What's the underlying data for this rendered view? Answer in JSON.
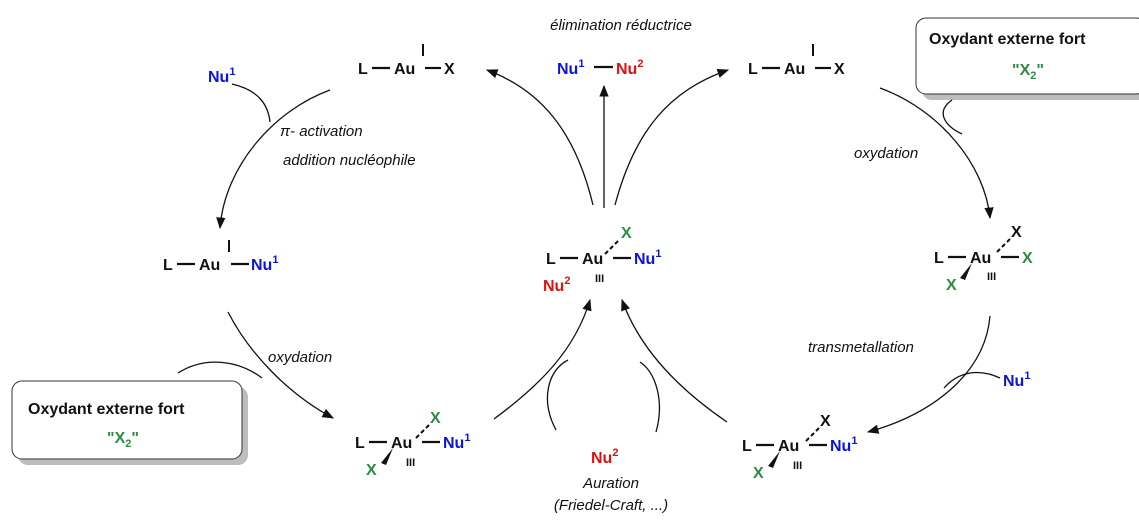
{
  "labels": {
    "elimination": "élimination réductrice",
    "pi_activation": "π- activation",
    "addition": "addition nucléophile",
    "oxydation": "oxydation",
    "transmetallation": "transmetallation",
    "auration": "Auration",
    "auration_sub": "(Friedel-Craft, ...)"
  },
  "atoms": {
    "L": "L",
    "Au": "Au",
    "X": "X",
    "Nu": "Nu",
    "one": "1",
    "two": "2",
    "I": "I",
    "III": "III",
    "Nu1": "Nu",
    "Nu2": "Nu"
  },
  "boxes": {
    "title": "Oxydant externe fort",
    "reagent": "\"X",
    "reagent_sub": "2",
    "reagent_close": "\""
  },
  "colors": {
    "nu1": "#0a14e0",
    "nu2": "#e30f0f",
    "x_ligand": "#2e8b44",
    "ink": "#111111"
  }
}
